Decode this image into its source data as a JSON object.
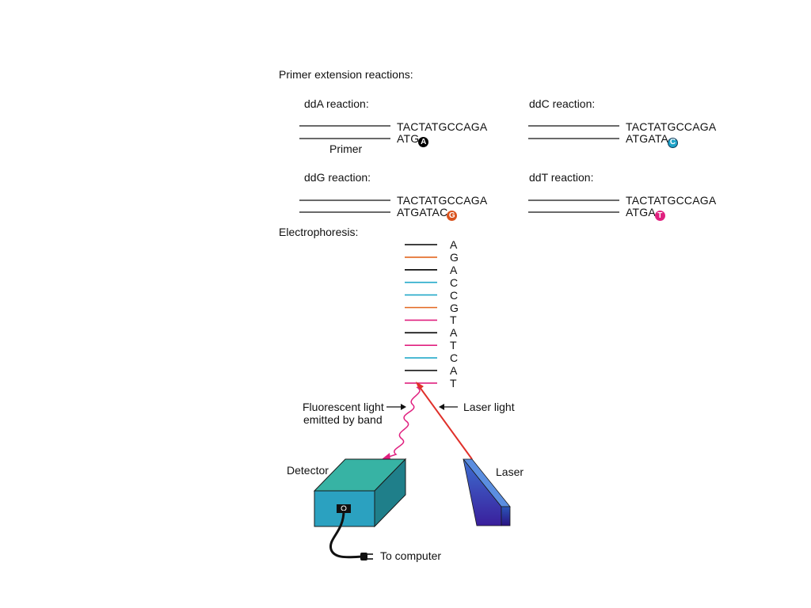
{
  "section_primer": "Primer extension reactions:",
  "section_electro": "Electrophoresis:",
  "reactions": [
    {
      "name": "ddA reaction:",
      "template": "TACTATGCCAGA",
      "product": "ATG",
      "terminal": "A",
      "color": "#000000"
    },
    {
      "name": "ddC reaction:",
      "template": "TACTATGCCAGA",
      "product": "ATGATA",
      "terminal": "C",
      "color": "#1fa3c8"
    },
    {
      "name": "ddG reaction:",
      "template": "TACTATGCCAGA",
      "product": "ATGATAC",
      "terminal": "G",
      "color": "#d9531e"
    },
    {
      "name": "ddT reaction:",
      "template": "TACTATGCCAGA",
      "product": "ATGA",
      "terminal": "T",
      "color": "#e0207f"
    }
  ],
  "primer_label": "Primer",
  "bands": [
    {
      "base": "A",
      "color": "#000000"
    },
    {
      "base": "G",
      "color": "#e2661f"
    },
    {
      "base": "A",
      "color": "#000000"
    },
    {
      "base": "C",
      "color": "#22a9c9"
    },
    {
      "base": "C",
      "color": "#22a9c9"
    },
    {
      "base": "G",
      "color": "#e2661f"
    },
    {
      "base": "T",
      "color": "#e0207f"
    },
    {
      "base": "A",
      "color": "#000000"
    },
    {
      "base": "T",
      "color": "#e0207f"
    },
    {
      "base": "C",
      "color": "#22a9c9"
    },
    {
      "base": "A",
      "color": "#000000"
    },
    {
      "base": "T",
      "color": "#e0207f"
    }
  ],
  "fluorescent_label_1": "Fluorescent light",
  "fluorescent_label_2": "emitted by band",
  "laser_light_label": "Laser light",
  "detector_label": "Detector",
  "laser_label": "Laser",
  "computer_label": "To computer",
  "colors": {
    "laser_beam": "#e0302a",
    "emission": "#e0207f",
    "detector": "#2aa5b5",
    "laser_body": "#3a3ab8"
  }
}
